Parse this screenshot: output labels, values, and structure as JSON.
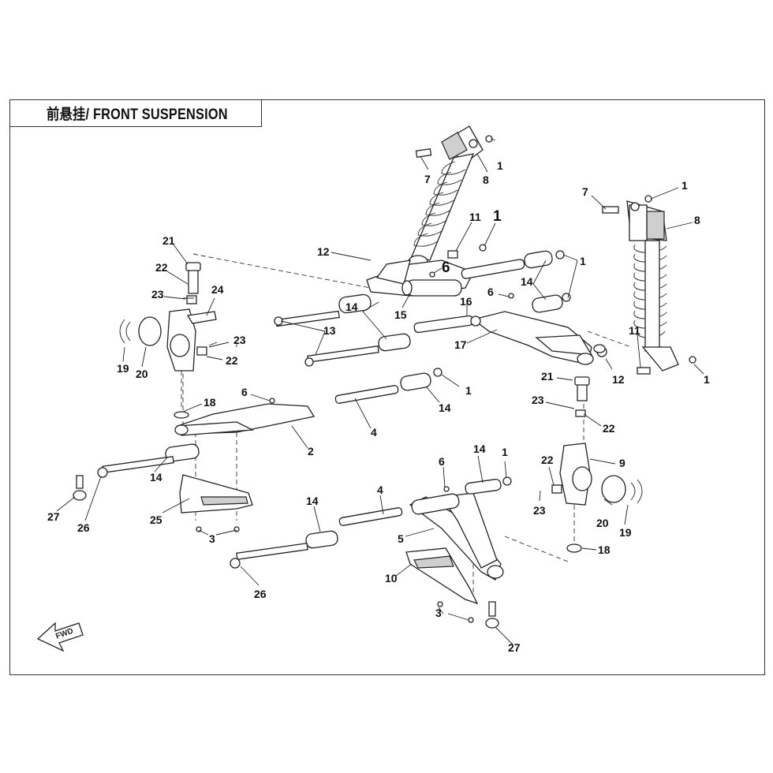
{
  "title": "前悬挂/ FRONT SUSPENSION",
  "fwd_label": "FWD",
  "callouts": [
    {
      "id": "c1a",
      "text": "1"
    },
    {
      "id": "c7a",
      "text": "7"
    },
    {
      "id": "c8a",
      "text": "8"
    },
    {
      "id": "c7b",
      "text": "7"
    },
    {
      "id": "c1b",
      "text": "1"
    },
    {
      "id": "c8b",
      "text": "8"
    },
    {
      "id": "c11a",
      "text": "11"
    },
    {
      "id": "c1c",
      "text": "1"
    },
    {
      "id": "c12a",
      "text": "12"
    },
    {
      "id": "c6a",
      "text": "6"
    },
    {
      "id": "c1d",
      "text": "1"
    },
    {
      "id": "c14a",
      "text": "14"
    },
    {
      "id": "c6b",
      "text": "6"
    },
    {
      "id": "c16",
      "text": "16"
    },
    {
      "id": "c15",
      "text": "15"
    },
    {
      "id": "c21a",
      "text": "21"
    },
    {
      "id": "c22a",
      "text": "22"
    },
    {
      "id": "c23a",
      "text": "23"
    },
    {
      "id": "c24",
      "text": "24"
    },
    {
      "id": "c13",
      "text": "13"
    },
    {
      "id": "c14b",
      "text": "14"
    },
    {
      "id": "c17",
      "text": "17"
    },
    {
      "id": "c11b",
      "text": "11"
    },
    {
      "id": "c1e",
      "text": "1"
    },
    {
      "id": "c12b",
      "text": "12"
    },
    {
      "id": "c23b",
      "text": "23"
    },
    {
      "id": "c22b",
      "text": "22"
    },
    {
      "id": "c19a",
      "text": "19"
    },
    {
      "id": "c20a",
      "text": "20"
    },
    {
      "id": "c21b",
      "text": "21"
    },
    {
      "id": "c6c",
      "text": "6"
    },
    {
      "id": "c1f",
      "text": "1"
    },
    {
      "id": "c18a",
      "text": "18"
    },
    {
      "id": "c14c",
      "text": "14"
    },
    {
      "id": "c23c",
      "text": "23"
    },
    {
      "id": "c22c",
      "text": "22"
    },
    {
      "id": "c2",
      "text": "2"
    },
    {
      "id": "c4a",
      "text": "4"
    },
    {
      "id": "c9",
      "text": "9"
    },
    {
      "id": "c14d",
      "text": "14"
    },
    {
      "id": "c6d",
      "text": "6"
    },
    {
      "id": "c14e",
      "text": "14"
    },
    {
      "id": "c1g",
      "text": "1"
    },
    {
      "id": "c22d",
      "text": "22"
    },
    {
      "id": "c27a",
      "text": "27"
    },
    {
      "id": "c26a",
      "text": "26"
    },
    {
      "id": "c25",
      "text": "25"
    },
    {
      "id": "c3a",
      "text": "3"
    },
    {
      "id": "c14f",
      "text": "14"
    },
    {
      "id": "c4b",
      "text": "4"
    },
    {
      "id": "c23d",
      "text": "23"
    },
    {
      "id": "c20b",
      "text": "20"
    },
    {
      "id": "c19b",
      "text": "19"
    },
    {
      "id": "c5",
      "text": "5"
    },
    {
      "id": "c18b",
      "text": "18"
    },
    {
      "id": "c10",
      "text": "10"
    },
    {
      "id": "c26b",
      "text": "26"
    },
    {
      "id": "c3b",
      "text": "3"
    },
    {
      "id": "c27b",
      "text": "27"
    }
  ]
}
